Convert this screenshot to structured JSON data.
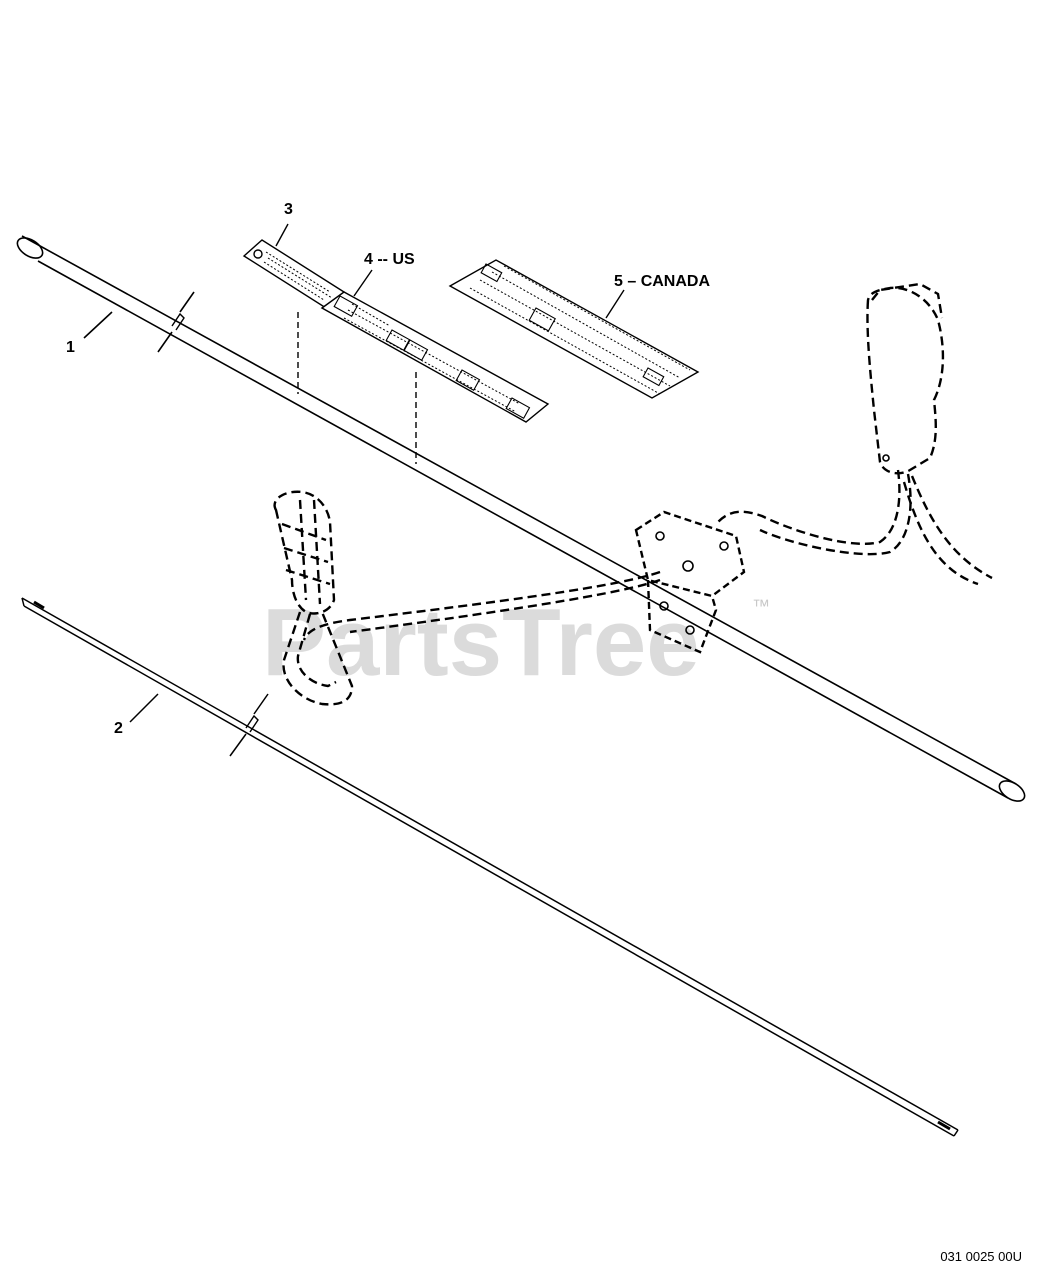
{
  "callouts": {
    "c1": "1",
    "c2": "2",
    "c3": "3",
    "c4": "4 -- US",
    "c5": "5 – CANADA"
  },
  "watermark": {
    "text": "PartsTree",
    "tm": "™"
  },
  "figure_id": "031 0025 00U",
  "colors": {
    "line": "#000000",
    "watermark": "#cfcfcf"
  }
}
